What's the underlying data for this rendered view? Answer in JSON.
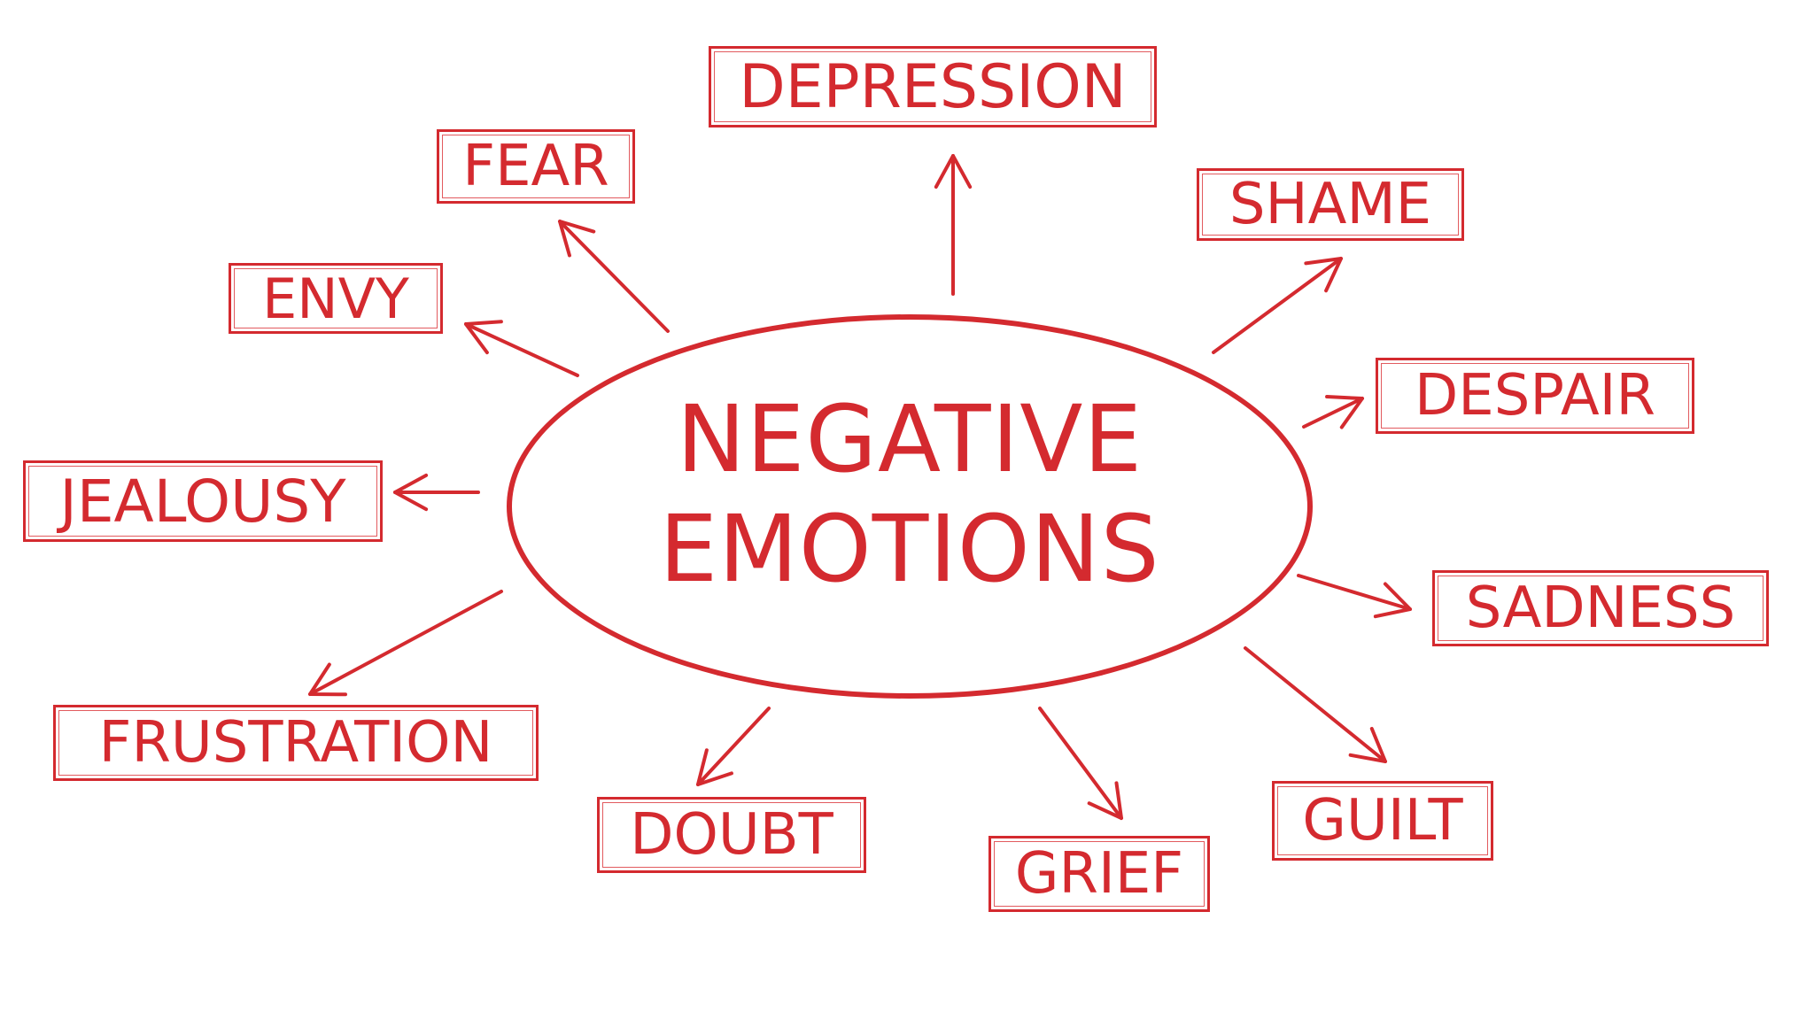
{
  "diagram": {
    "center": {
      "line1": "NEGATIVE",
      "line2": "EMOTIONS"
    },
    "emotions": [
      {
        "key": "depression",
        "label": "DEPRESSION"
      },
      {
        "key": "fear",
        "label": "FEAR"
      },
      {
        "key": "shame",
        "label": "SHAME"
      },
      {
        "key": "envy",
        "label": "ENVY"
      },
      {
        "key": "despair",
        "label": "DESPAIR"
      },
      {
        "key": "jealousy",
        "label": "JEALOUSY"
      },
      {
        "key": "sadness",
        "label": "SADNESS"
      },
      {
        "key": "frustration",
        "label": "FRUSTRATION"
      },
      {
        "key": "doubt",
        "label": "DOUBT"
      },
      {
        "key": "grief",
        "label": "GRIEF"
      },
      {
        "key": "guilt",
        "label": "GUILT"
      }
    ],
    "colors": {
      "accent": "#d42a2f",
      "background": "#ffffff"
    }
  }
}
